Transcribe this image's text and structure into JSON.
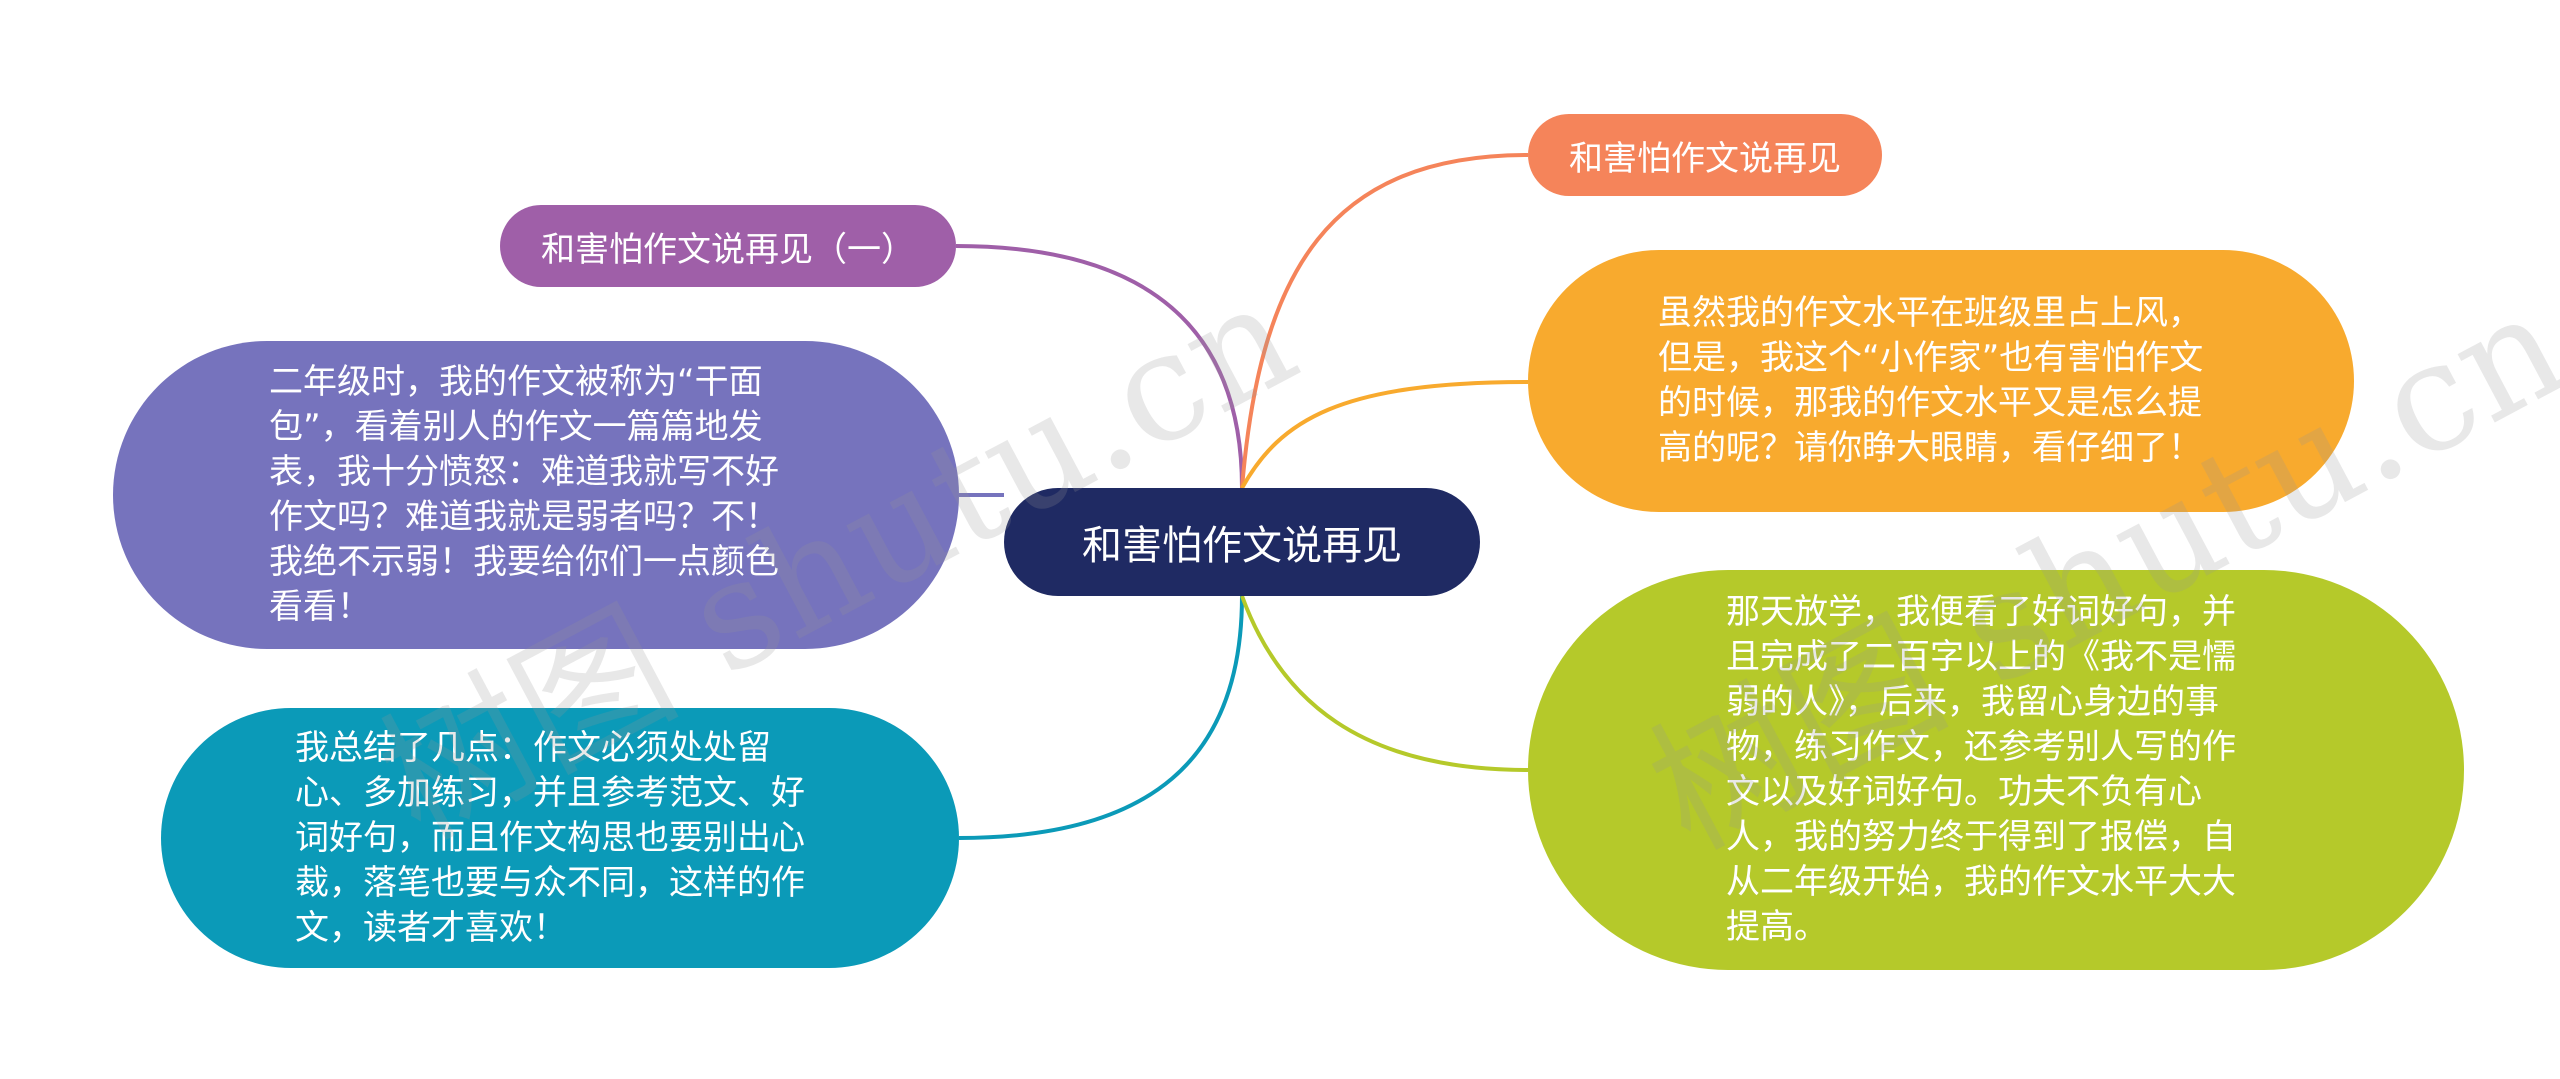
{
  "mindmap": {
    "center": {
      "text": "和害怕作文说再见",
      "color": "#1f2a63"
    },
    "branches": [
      {
        "id": "n1",
        "text": "和害怕作文说再见（一）",
        "color": "#9f5fa8"
      },
      {
        "id": "n2",
        "text": "二年级时，我的作文被称为“干面包”，看着别人的作文一篇篇地发表，我十分愤怒：难道我就写不好作文吗？难道我就是弱者吗？不！我绝不示弱！我要给你们一点颜色看看！",
        "color": "#7673bd"
      },
      {
        "id": "n3",
        "text": "我总结了几点：作文必须处处留心、多加练习，并且参考范文、好词好句，而且作文构思也要别出心裁，落笔也要与众不同，这样的作文，读者才喜欢！",
        "color": "#0b9ab8"
      },
      {
        "id": "n4",
        "text": "和害怕作文说再见",
        "color": "#f5845a"
      },
      {
        "id": "n5",
        "text": "虽然我的作文水平在班级里占上风，但是，我这个“小作家”也有害怕作文的时候，那我的作文水平又是怎么提高的呢？请你睁大眼睛，看仔细了！",
        "color": "#f8aa2e"
      },
      {
        "id": "n6",
        "text": "那天放学，我便看了好词好句，并且完成了二百字以上的《我不是懦弱的人》，后来，我留心身边的事物，练习作文，还参考别人写的作文以及好词好句。功夫不负有心人，我的努力终于得到了报偿，自从二年级开始，我的作文水平大大提高。",
        "color": "#b5c92a"
      }
    ]
  },
  "watermarks": [
    "树图 shutu.cn",
    "树图 shutu.cn"
  ]
}
